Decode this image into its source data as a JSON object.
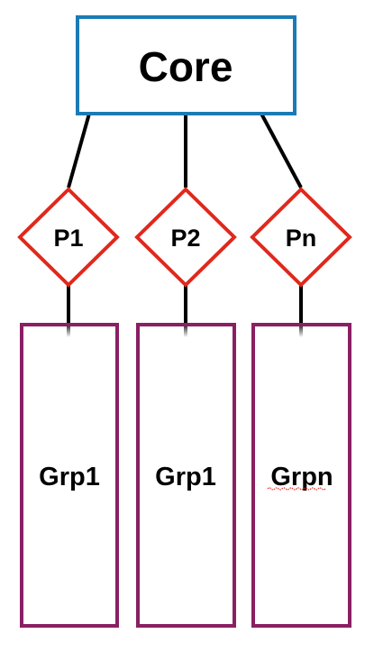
{
  "core": {
    "label": "Core",
    "border_color": "#1b7bb5"
  },
  "partitions": [
    {
      "label": "P1"
    },
    {
      "label": "P2"
    },
    {
      "label": "Pn"
    }
  ],
  "partition_style": {
    "border_color": "#e0281c",
    "shape": "diamond"
  },
  "groups": [
    {
      "label": "Grp1"
    },
    {
      "label": "Grp1"
    },
    {
      "label": "Grpn",
      "spellcheck_underline": true
    }
  ],
  "group_style": {
    "border_color": "#8a1f63"
  },
  "connector_color": "#000000",
  "spellcheck_color": "#e0281c"
}
